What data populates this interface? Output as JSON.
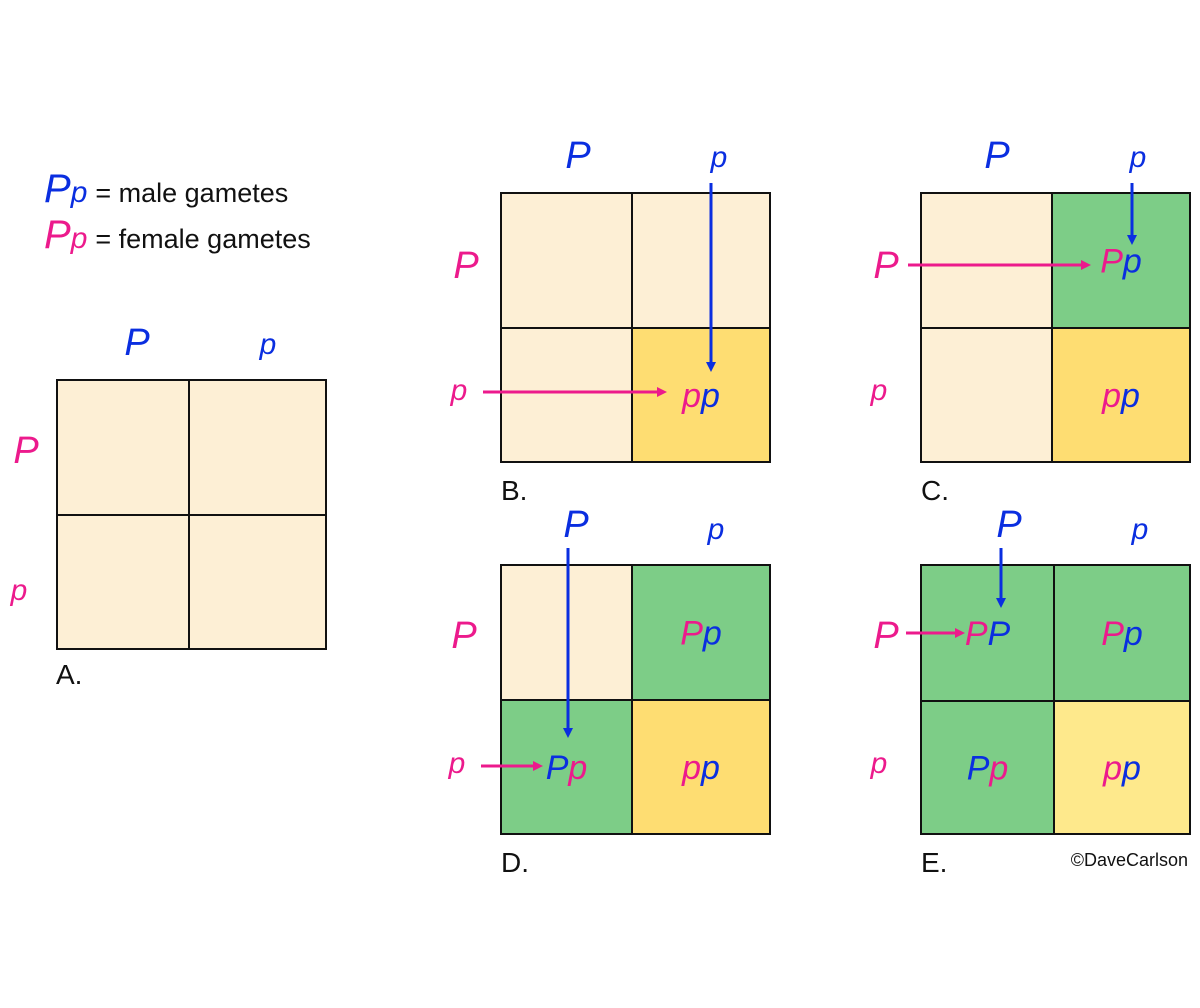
{
  "colors": {
    "male": "#0a2ee0",
    "female": "#ec1a8c",
    "empty": "#fdefd5",
    "heterozygous": "#7dcd87",
    "homozygous_dominant": "#7dcd87",
    "recessive": "#fedd72",
    "recessive_final": "#fee98c",
    "border": "#111111"
  },
  "legend": {
    "male": {
      "big": "P",
      "small": "p",
      "text": "= male gametes"
    },
    "female": {
      "big": "P",
      "small": "p",
      "text": "= female gametes"
    }
  },
  "panels": {
    "A": {
      "label": "A.",
      "col_headers": [
        "P",
        "p"
      ],
      "row_headers": [
        "P",
        "p"
      ],
      "cells": [
        [
          "",
          ""
        ],
        [
          "",
          ""
        ]
      ]
    },
    "B": {
      "label": "B.",
      "col_headers": [
        "P",
        "p"
      ],
      "row_headers": [
        "P",
        "p"
      ],
      "cells": [
        [
          "",
          ""
        ],
        [
          "",
          "pp"
        ]
      ]
    },
    "C": {
      "label": "C.",
      "col_headers": [
        "P",
        "p"
      ],
      "row_headers": [
        "P",
        "p"
      ],
      "cells": [
        [
          "",
          "Pp"
        ],
        [
          "",
          "pp"
        ]
      ]
    },
    "D": {
      "label": "D.",
      "col_headers": [
        "P",
        "p"
      ],
      "row_headers": [
        "P",
        "p"
      ],
      "cells": [
        [
          "",
          "Pp"
        ],
        [
          "Pp",
          "pp"
        ]
      ]
    },
    "E": {
      "label": "E.",
      "col_headers": [
        "P",
        "p"
      ],
      "row_headers": [
        "P",
        "p"
      ],
      "cells": [
        [
          "PP",
          "Pp"
        ],
        [
          "Pp",
          "pp"
        ]
      ]
    }
  },
  "credit": "©DaveCarlson"
}
